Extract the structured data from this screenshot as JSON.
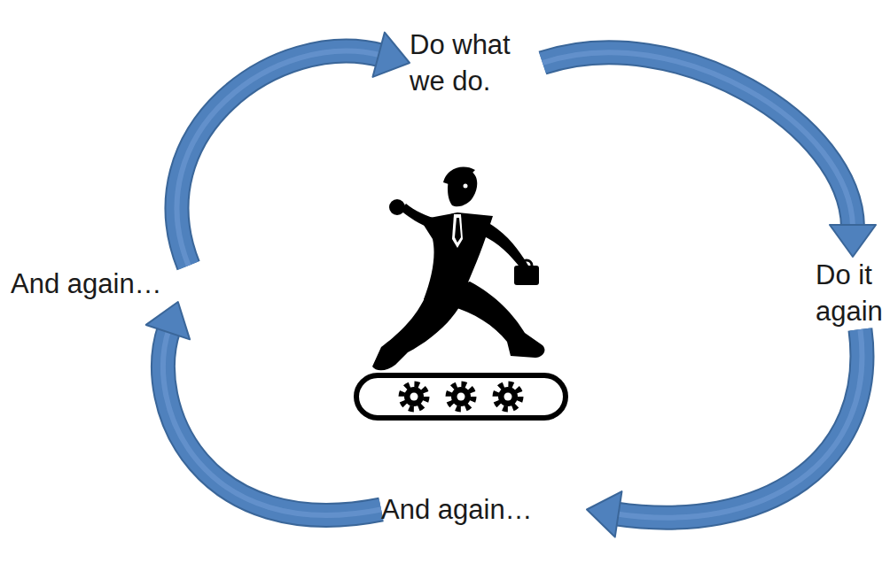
{
  "diagram": {
    "nodes": [
      {
        "text": [
          "Do what we do."
        ]
      },
      {
        "text": [
          "Do it again"
        ]
      },
      {
        "text": [
          "And again…"
        ]
      },
      {
        "text": [
          "And again…"
        ]
      }
    ],
    "edges": [
      {
        "from": 0,
        "to": 1,
        "arrow": "to"
      },
      {
        "from": 1,
        "to": 2,
        "arrow": "to"
      },
      {
        "from": 2,
        "to": 3,
        "arrow": "to"
      },
      {
        "from": 3,
        "to": 0,
        "arrow": "to"
      }
    ]
  }
}
